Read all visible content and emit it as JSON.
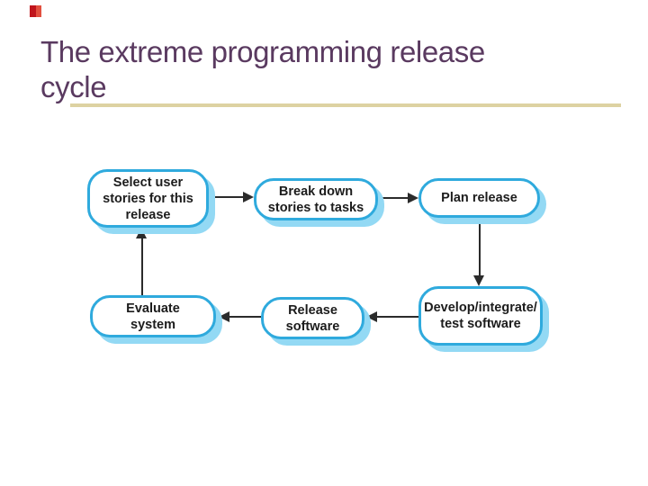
{
  "slide": {
    "title_line1": "The extreme programming release",
    "title_line2": "cycle",
    "title_color": "#5a3a60",
    "underline_color": "#ddd2a2",
    "accent_square_color": "#c0151c"
  },
  "diagram": {
    "box_border_color": "#2faadd",
    "box_shadow_color": "#93d9f4",
    "box_fill_color": "#ffffff",
    "arrow_color": "#2b2b2b",
    "nodes": [
      {
        "id": "select-user-stories",
        "lines": [
          "Select user",
          "stories for this",
          "release"
        ]
      },
      {
        "id": "break-down-stories",
        "lines": [
          "Break down",
          "stories to tasks"
        ]
      },
      {
        "id": "plan-release",
        "lines": [
          "Plan release"
        ]
      },
      {
        "id": "develop-integrate-test",
        "lines": [
          "Develop/integrate/",
          "test software"
        ]
      },
      {
        "id": "release-software",
        "lines": [
          "Release",
          "software"
        ]
      },
      {
        "id": "evaluate-system",
        "lines": [
          "Evaluate",
          "system"
        ]
      }
    ],
    "edges": [
      {
        "from": "select-user-stories",
        "to": "break-down-stories"
      },
      {
        "from": "break-down-stories",
        "to": "plan-release"
      },
      {
        "from": "plan-release",
        "to": "develop-integrate-test"
      },
      {
        "from": "develop-integrate-test",
        "to": "release-software"
      },
      {
        "from": "release-software",
        "to": "evaluate-system"
      },
      {
        "from": "evaluate-system",
        "to": "select-user-stories"
      }
    ]
  }
}
